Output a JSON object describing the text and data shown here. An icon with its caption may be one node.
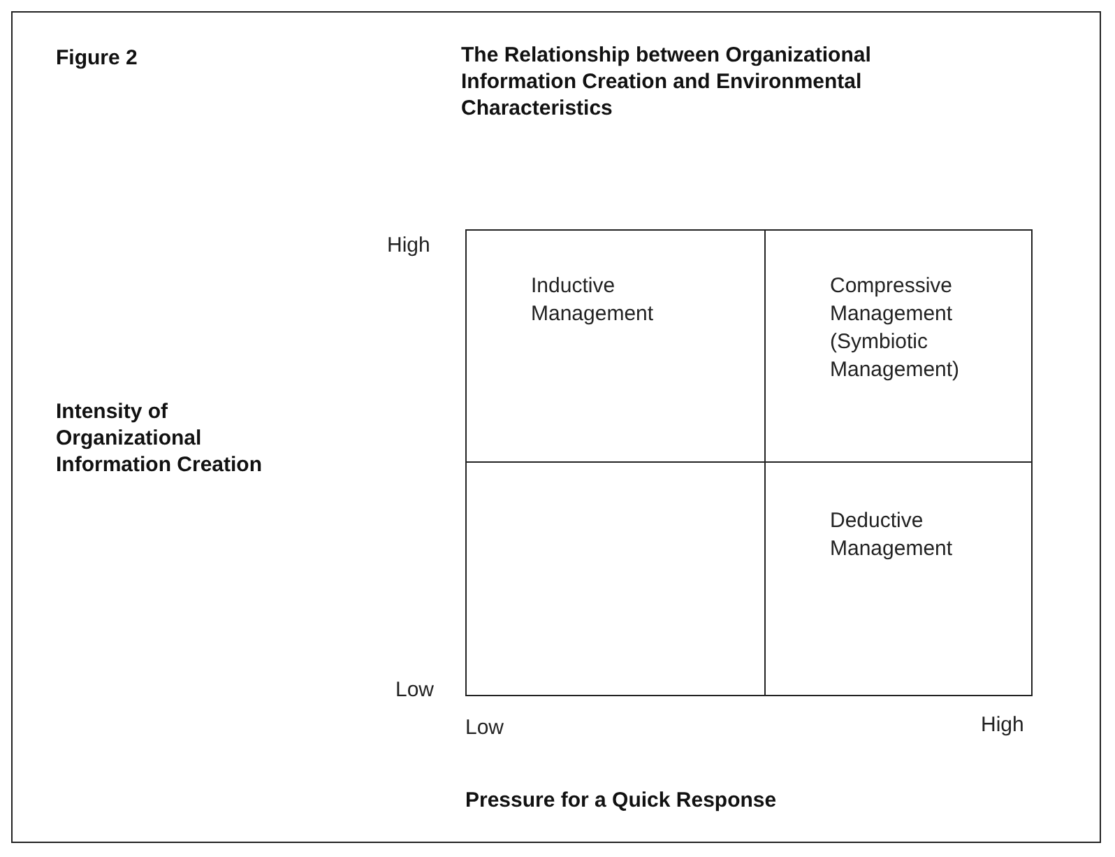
{
  "diagram": {
    "title": "The Relationship between Organizational Information Creation and Environmental Characteristics",
    "nodes": [
      {
        "text": [
          "Inductive Management"
        ]
      },
      {
        "text": [
          "Compressive Management (Symbiotic Management)"
        ]
      },
      {
        "text": [],
        "shape": "box"
      },
      {
        "text": [
          "Deductive Management"
        ]
      }
    ],
    "edges": [],
    "labels": [
      "Figure 2",
      "High",
      "Intensity of Organizational Information Creation",
      "Low",
      "Low",
      "High",
      "Pressure for a Quick Response"
    ]
  }
}
